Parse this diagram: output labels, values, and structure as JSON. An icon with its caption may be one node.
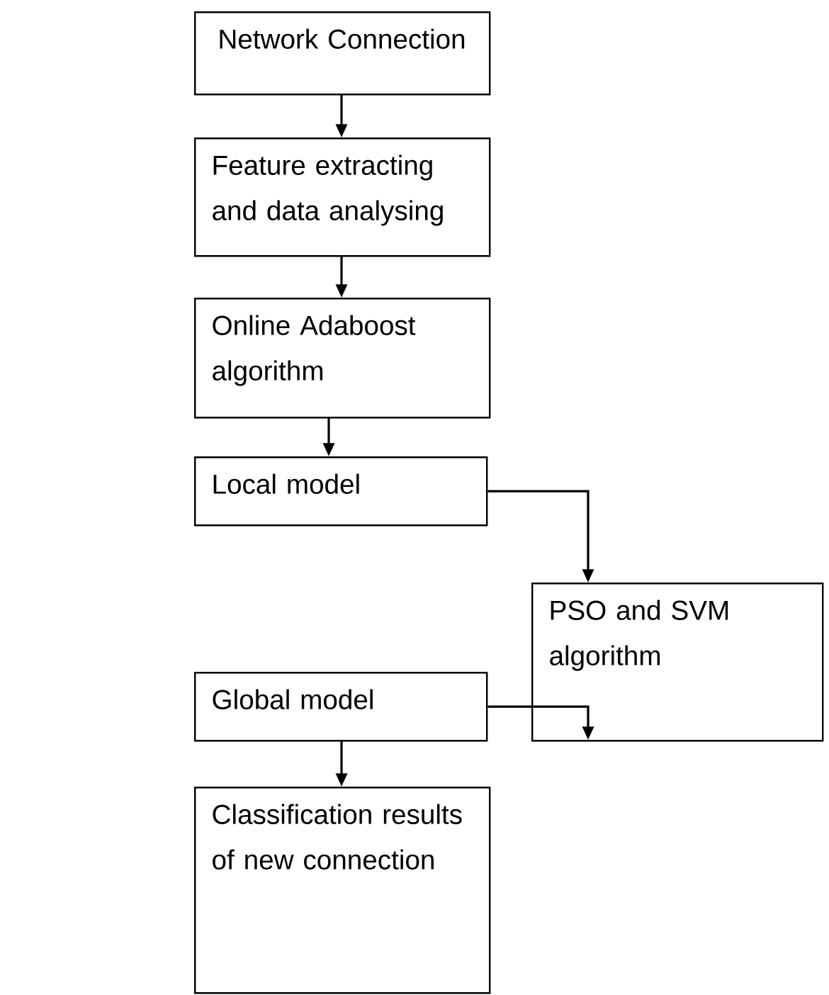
{
  "diagram": {
    "nodes": [
      {
        "text": [
          "Network Connection"
        ]
      },
      {
        "text": [
          "Feature extracting and data analysing"
        ]
      },
      {
        "text": [
          "Online Adaboost algorithm"
        ]
      },
      {
        "text": [
          "Local model"
        ]
      },
      {
        "text": [
          "PSO and SVM algorithm"
        ]
      },
      {
        "text": [
          "Global model"
        ]
      },
      {
        "text": [
          "Classification results of new connection"
        ]
      }
    ],
    "edges": [
      {
        "from": 0,
        "to": 1,
        "arrow": "to"
      },
      {
        "from": 1,
        "to": 2,
        "arrow": "to"
      },
      {
        "from": 2,
        "to": 3,
        "arrow": "to"
      },
      {
        "from": 3,
        "to": 4,
        "arrow": "to"
      },
      {
        "from": 5,
        "to": 4,
        "arrow": "to"
      },
      {
        "from": 5,
        "to": 6,
        "arrow": "to"
      }
    ]
  }
}
